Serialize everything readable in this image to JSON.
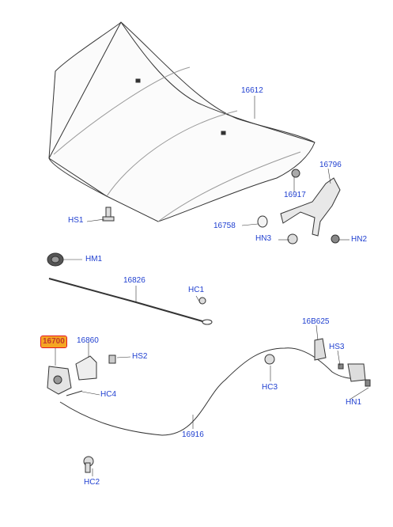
{
  "diagram": {
    "highlight_color": "#f5a623",
    "label_color": "#1f3fd0",
    "parts": [
      {
        "id": "p16612",
        "text": "16612"
      },
      {
        "id": "p16796",
        "text": "16796"
      },
      {
        "id": "p16917",
        "text": "16917"
      },
      {
        "id": "hs1",
        "text": "HS1"
      },
      {
        "id": "p16758",
        "text": "16758"
      },
      {
        "id": "hn3",
        "text": "HN3"
      },
      {
        "id": "hn2",
        "text": "HN2"
      },
      {
        "id": "hm1",
        "text": "HM1"
      },
      {
        "id": "p16826",
        "text": "16826"
      },
      {
        "id": "hc1",
        "text": "HC1"
      },
      {
        "id": "p16b625",
        "text": "16B625"
      },
      {
        "id": "p16700",
        "text": "16700",
        "highlighted": true
      },
      {
        "id": "p16860",
        "text": "16860"
      },
      {
        "id": "hs2",
        "text": "HS2"
      },
      {
        "id": "hs3",
        "text": "HS3"
      },
      {
        "id": "hc3",
        "text": "HC3"
      },
      {
        "id": "hc4",
        "text": "HC4"
      },
      {
        "id": "hn1",
        "text": "HN1"
      },
      {
        "id": "p16916",
        "text": "16916"
      },
      {
        "id": "hc2",
        "text": "HC2"
      }
    ]
  }
}
